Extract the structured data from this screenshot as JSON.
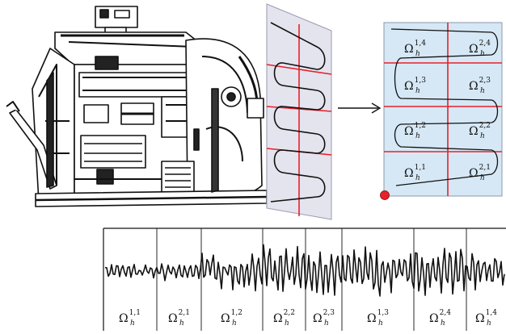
{
  "grid_labels": [
    {
      "id": "1_4",
      "omega": "Ω",
      "sub": "h",
      "sup": "1,4"
    },
    {
      "id": "2_4",
      "omega": "Ω",
      "sub": "h",
      "sup": "2,4"
    },
    {
      "id": "1_3",
      "omega": "Ω",
      "sub": "h",
      "sup": "1,3"
    },
    {
      "id": "2_3",
      "omega": "Ω",
      "sub": "h",
      "sup": "2,3"
    },
    {
      "id": "1_2",
      "omega": "Ω",
      "sub": "h",
      "sup": "1,2"
    },
    {
      "id": "2_2",
      "omega": "Ω",
      "sub": "h",
      "sup": "2,2"
    },
    {
      "id": "1_1",
      "omega": "Ω",
      "sub": "h",
      "sup": "1,1"
    },
    {
      "id": "2_1",
      "omega": "Ω",
      "sub": "h",
      "sup": "2,1"
    }
  ],
  "signal_labels": [
    {
      "omega": "Ω",
      "sub": "h",
      "sup": "1,1"
    },
    {
      "omega": "Ω",
      "sub": "h",
      "sup": "2,1"
    },
    {
      "omega": "Ω",
      "sub": "h",
      "sup": "1,2"
    },
    {
      "omega": "Ω",
      "sub": "h",
      "sup": "2,2"
    },
    {
      "omega": "Ω",
      "sub": "h",
      "sup": "2,3"
    },
    {
      "omega": "Ω",
      "sub": "h",
      "sup": "1,3"
    },
    {
      "omega": "Ω",
      "sub": "h",
      "sup": "2,4"
    },
    {
      "omega": "Ω",
      "sub": "h",
      "sup": "1,4"
    }
  ],
  "colors": {
    "grid_fill": "#d6e8f5",
    "red_line": "#e8202a",
    "origin_dot": "#e8202a",
    "ink": "#111111"
  },
  "machine": {
    "icon": "die-cutting-press-machine"
  },
  "arrow": {
    "icon": "right-arrow"
  }
}
